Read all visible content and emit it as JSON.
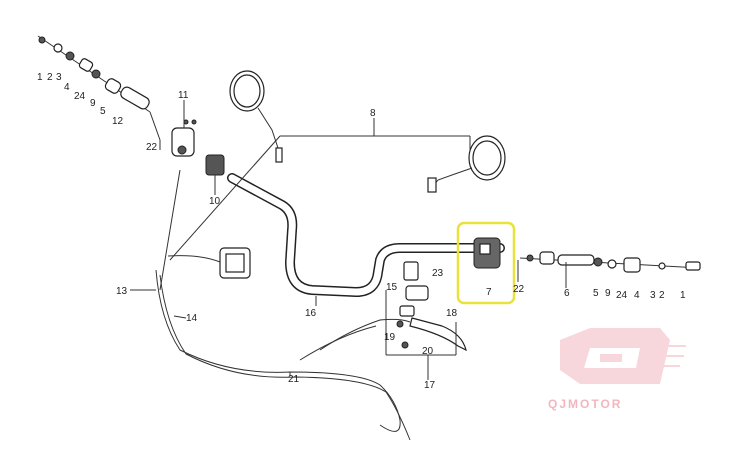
{
  "diagram": {
    "labels": {
      "l1a": "1",
      "l2a": "2",
      "l3a": "3",
      "l4a": "4",
      "l24a": "24",
      "l9a": "9",
      "l5a": "5",
      "l12a": "12",
      "l22a": "22",
      "l11": "11",
      "l10": "10",
      "l8": "8",
      "l13": "13",
      "l14": "14",
      "l16": "16",
      "l15": "15",
      "l23": "23",
      "l19": "19",
      "l20": "20",
      "l18": "18",
      "l17": "17",
      "l21": "21",
      "l7": "7",
      "l22b": "22",
      "l6": "6",
      "l5b": "5",
      "l9b": "9",
      "l24b": "24",
      "l4b": "4",
      "l3b": "3",
      "l2b": "2",
      "l1b": "1"
    },
    "highlight_color": "#e8e23a",
    "brand": {
      "text": "QJMOTOR",
      "color": "#f2b6c0"
    }
  }
}
